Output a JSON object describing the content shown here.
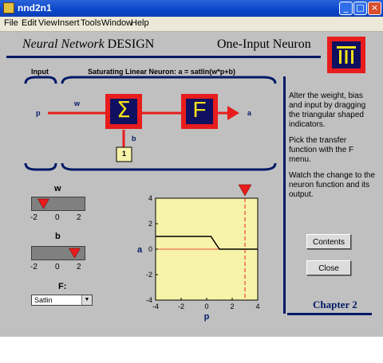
{
  "window": {
    "title": "nnd2n1"
  },
  "menu": {
    "items": [
      "File",
      "Edit",
      "View",
      "Insert",
      "Tools",
      "Window",
      "Help"
    ]
  },
  "header": {
    "left_a": "Neural Network",
    "left_b": "DESIGN",
    "right": "One-Input Neuron"
  },
  "diagram": {
    "input_label": "Input",
    "neuron_label": "Saturating Linear Neuron: a = satlin(w*p+b)",
    "p": "p",
    "w": "w",
    "b": "b",
    "a": "a",
    "bias_value": "1",
    "sum_glyph": "Σ",
    "func_glyph": "F"
  },
  "controls": {
    "w": {
      "label": "w",
      "value": -1.5,
      "min": -2,
      "max": 2
    },
    "b": {
      "label": "b",
      "value": 1.5,
      "min": -2,
      "max": 2
    },
    "tick_labels": [
      "-2",
      "0",
      "2"
    ],
    "f_label": "F:",
    "f_value": "Satlin"
  },
  "chart_data": {
    "type": "line",
    "xlabel": "p",
    "ylabel": "a",
    "xlim": [
      -4,
      4
    ],
    "ylim": [
      -4,
      4
    ],
    "xticks": [
      "-4",
      "-2",
      "0",
      "2",
      "4"
    ],
    "yticks": [
      "4",
      "2",
      "0",
      "-2",
      "-4"
    ],
    "series": [
      {
        "x": [
          -4,
          0.333,
          1,
          4
        ],
        "y": [
          1,
          1,
          0,
          0
        ]
      }
    ],
    "input_marker_p": 3
  },
  "help": {
    "p1": "Alter the weight, bias and input by dragging the triangular shaped indicators.",
    "p2": "Pick the transfer function with the F menu.",
    "p3": "Watch the change to the neuron function and its output."
  },
  "buttons": {
    "contents": "Contents",
    "close": "Close"
  },
  "chapter": "Chapter 2",
  "colors": {
    "accent": "#e81c1c",
    "navy": "#001a66",
    "plot_bg": "#f7f3a8"
  }
}
